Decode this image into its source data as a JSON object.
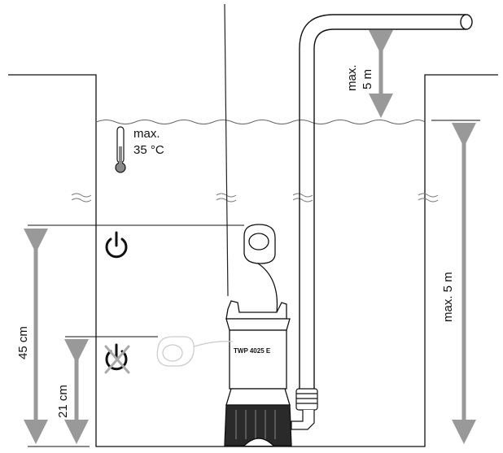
{
  "labels": {
    "temp_max": "max.",
    "temp_value": "35 °C",
    "discharge_max": "max.",
    "discharge_value": "5 m",
    "depth_max": "max. 5 m",
    "switch_on_height": "45 cm",
    "switch_off_height": "21 cm",
    "pump_model": "TWP 4025 E"
  },
  "icons": {
    "thermometer": "thermometer-icon",
    "power_on": "power-on-icon",
    "power_off": "power-off-icon"
  },
  "colors": {
    "line": "#111111",
    "arrow": "#999999",
    "float_off": "#cccccc"
  }
}
